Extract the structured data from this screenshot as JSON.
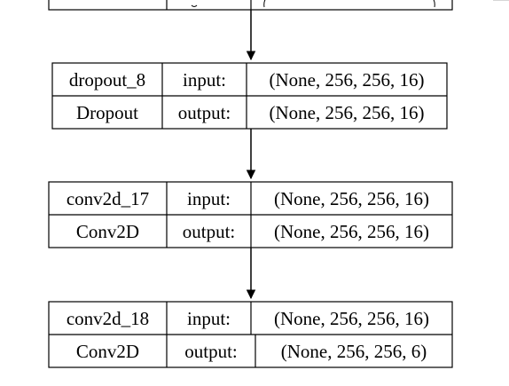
{
  "layers": [
    {
      "name": "",
      "type": "",
      "input_label": "",
      "input_shape": "",
      "output_label": "",
      "output_shape": "",
      "partial": true
    },
    {
      "name": "dropout_8",
      "type": "Dropout",
      "input_label": "input:",
      "input_shape": "(None, 256, 256, 16)",
      "output_label": "output:",
      "output_shape": "(None, 256, 256, 16)"
    },
    {
      "name": "conv2d_17",
      "type": "Conv2D",
      "input_label": "input:",
      "input_shape": "(None, 256, 256, 16)",
      "output_label": "output:",
      "output_shape": "(None, 256, 256, 16)"
    },
    {
      "name": "conv2d_18",
      "type": "Conv2D",
      "input_label": "input:",
      "input_shape": "(None, 256, 256, 16)",
      "output_label": "output:",
      "output_shape": "(None, 256, 256, 6)"
    }
  ],
  "colors": {
    "line": "#000000",
    "background": "#ffffff",
    "page_rule": "#d6d6d6"
  }
}
